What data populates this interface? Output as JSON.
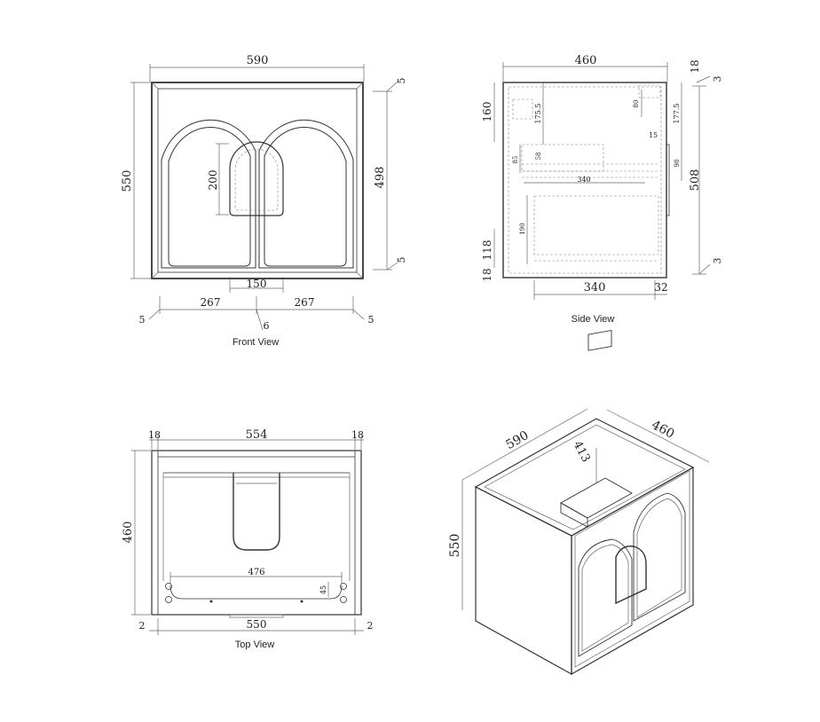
{
  "front_view": {
    "caption": "Front View",
    "overall_width": "590",
    "overall_height": "550",
    "door_height": "498",
    "top_gap": "5",
    "bottom_gap": "5",
    "handle_height": "200",
    "handle_width": "150",
    "left_door_width": "267",
    "right_door_width": "267",
    "left_gap": "5",
    "center_gap": "6",
    "right_gap": "5"
  },
  "side_view": {
    "caption": "Side View",
    "overall_depth": "460",
    "top_panel": "18",
    "top_gap": "3",
    "bottom_gap": "3",
    "door_height": "508",
    "upper_offset": "160",
    "drawer_top_offset": "175.5",
    "drawer_height_58": "58",
    "drawer_height_85": "85",
    "drawer_depth": "340",
    "bracket_height": "80",
    "right_offset": "177.5",
    "handle_offset": "15",
    "handle_height": "98",
    "lower_compartment": "190",
    "lower_offset": "118",
    "bottom_panel": "18",
    "bottom_depth": "340",
    "door_thickness": "32"
  },
  "top_view": {
    "caption": "Top View",
    "left_panel": "18",
    "inner_width": "554",
    "right_panel": "18",
    "overall_depth": "460",
    "inner_rail": "476",
    "rail_depth": "45",
    "left_gap": "2",
    "door_width": "550",
    "right_gap": "2"
  },
  "iso_view": {
    "width": "590",
    "depth": "460",
    "height": "550",
    "drawer_offset": "413"
  }
}
